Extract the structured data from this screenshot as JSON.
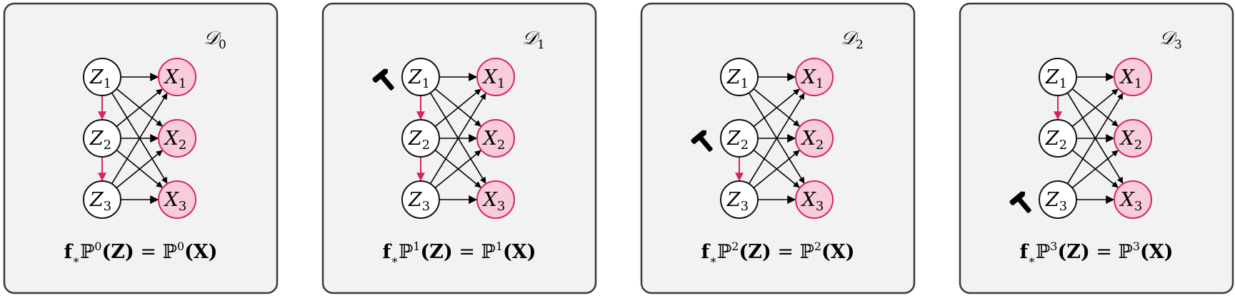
{
  "panels": [
    {
      "env_label": {
        "base": "𝒟",
        "sub": "0"
      },
      "formula": {
        "f": "f",
        "star": "∗",
        "P": "ℙ",
        "sup": "0",
        "arg_left": "(Z)",
        "eq": " = ",
        "arg_right": "(X)"
      },
      "intervened": null
    },
    {
      "env_label": {
        "base": "𝒟",
        "sub": "1"
      },
      "formula": {
        "f": "f",
        "star": "∗",
        "P": "ℙ",
        "sup": "1",
        "arg_left": "(Z)",
        "eq": " = ",
        "arg_right": "(X)"
      },
      "intervened": "Z1"
    },
    {
      "env_label": {
        "base": "𝒟",
        "sub": "2"
      },
      "formula": {
        "f": "f",
        "star": "∗",
        "P": "ℙ",
        "sup": "2",
        "arg_left": "(Z)",
        "eq": " = ",
        "arg_right": "(X)"
      },
      "intervened": "Z2"
    },
    {
      "env_label": {
        "base": "𝒟",
        "sub": "3"
      },
      "formula": {
        "f": "f",
        "star": "∗",
        "P": "ℙ",
        "sup": "3",
        "arg_left": "(Z)",
        "eq": " = ",
        "arg_right": "(X)"
      },
      "intervened": "Z3"
    }
  ],
  "latent_nodes": [
    {
      "id": "Z1",
      "base": "Z",
      "sub": "1"
    },
    {
      "id": "Z2",
      "base": "Z",
      "sub": "2"
    },
    {
      "id": "Z3",
      "base": "Z",
      "sub": "3"
    }
  ],
  "observed_nodes": [
    {
      "id": "X1",
      "base": "X",
      "sub": "1"
    },
    {
      "id": "X2",
      "base": "X",
      "sub": "2"
    },
    {
      "id": "X3",
      "base": "X",
      "sub": "3"
    }
  ],
  "causal_edges": [
    {
      "from": "Z1",
      "to": "Z2"
    },
    {
      "from": "Z2",
      "to": "Z3"
    }
  ],
  "colors": {
    "panel_fill": "#f2f2f2",
    "panel_border": "#3a3a3a",
    "observed_fill": "#f8cdd9",
    "observed_stroke": "#d6265c",
    "causal_edge": "#d6265c",
    "mixing_edge": "#000000"
  },
  "icons": {
    "intervention": "hammer-icon"
  }
}
